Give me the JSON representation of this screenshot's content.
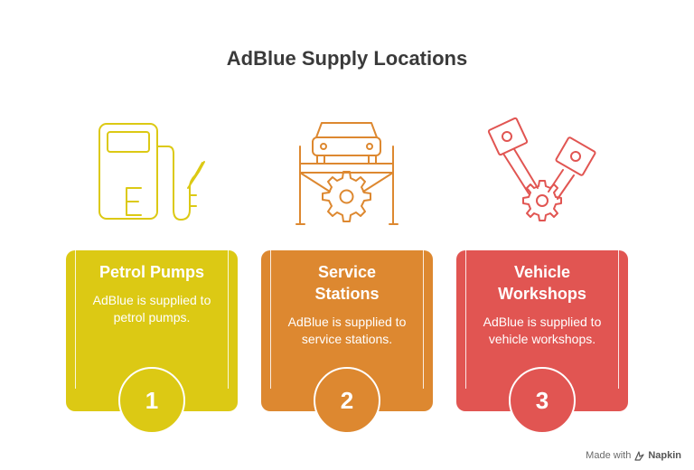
{
  "title": "AdBlue Supply Locations",
  "colors": {
    "yellow": "#DCC914",
    "orange": "#DD8830",
    "red": "#E15552",
    "title": "#3a3a3a"
  },
  "items": [
    {
      "heading": "Petrol Pumps",
      "desc": "AdBlue is supplied to petrol pumps.",
      "number": "1",
      "icon": "fuel-pump-icon"
    },
    {
      "heading": "Service Stations",
      "desc": "AdBlue is supplied to service stations.",
      "number": "2",
      "icon": "car-lift-gear-icon"
    },
    {
      "heading": "Vehicle Workshops",
      "desc": "AdBlue is supplied to vehicle workshops.",
      "number": "3",
      "icon": "pistons-gear-icon"
    }
  ],
  "footer": {
    "made_with": "Made with",
    "brand": "Napkin"
  }
}
